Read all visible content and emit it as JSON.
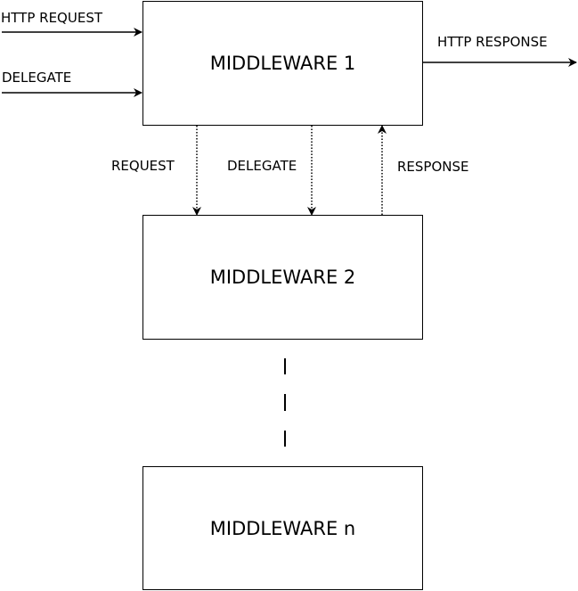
{
  "boxes": {
    "middleware1": "MIDDLEWARE 1",
    "middleware2": "MIDDLEWARE 2",
    "middlewaren": "MIDDLEWARE n"
  },
  "labels": {
    "http_request": "HTTP REQUEST",
    "delegate_in": "DELEGATE",
    "http_response": "HTTP RESPONSE",
    "request": "REQUEST",
    "delegate_down": "DELEGATE",
    "response": "RESPONSE"
  }
}
